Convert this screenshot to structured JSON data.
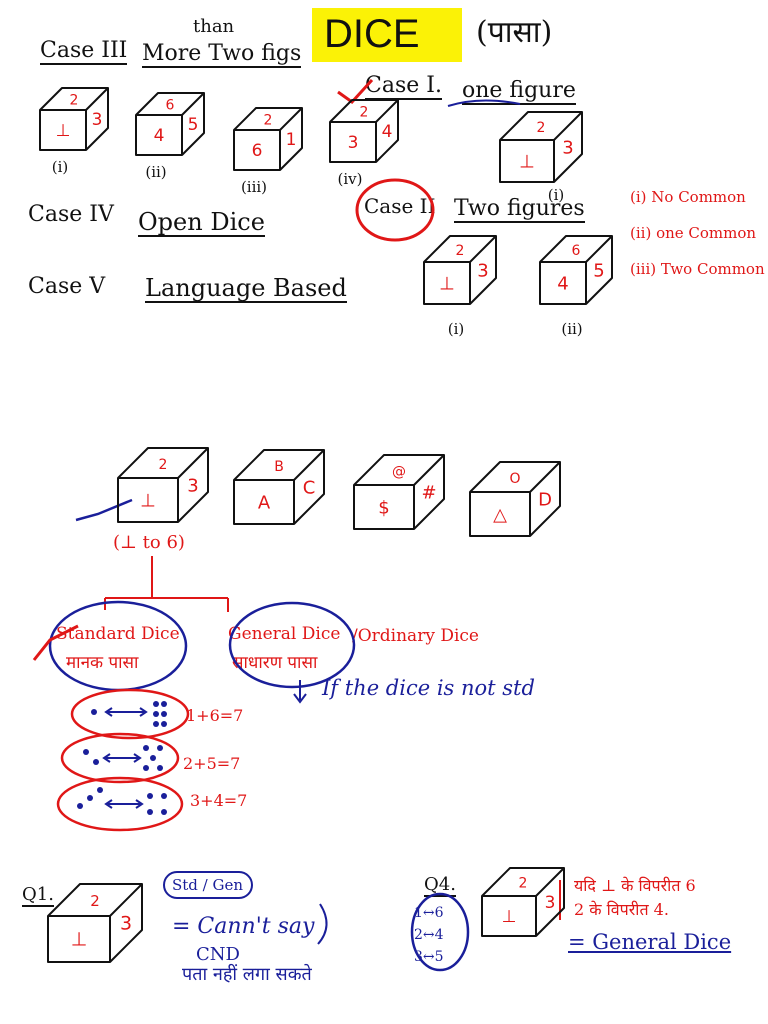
{
  "header": {
    "title": "DICE",
    "title_hindi": "(पासा)",
    "title_highlight": "#fbf206"
  },
  "case3": {
    "label": "Case III",
    "text": "More Two figs",
    "insert": "than",
    "dice": [
      {
        "top": "2",
        "front": "⊥",
        "right": "3",
        "caption": "(i)"
      },
      {
        "top": "6",
        "front": "4",
        "right": "5",
        "caption": "(ii)"
      },
      {
        "top": "2",
        "front": "6",
        "right": "1",
        "caption": "(iii)"
      },
      {
        "top": "2",
        "front": "3",
        "right": "4",
        "caption": "(iv)"
      }
    ]
  },
  "case1": {
    "label": "Case I.",
    "text": "one figure",
    "dice": [
      {
        "top": "2",
        "front": "⊥",
        "right": "3",
        "caption": "(i)"
      }
    ]
  },
  "case4": {
    "label": "Case IV",
    "text": "Open Dice"
  },
  "case2": {
    "label": "Case II",
    "text": "Two figures",
    "options": [
      "(i) No Common",
      "(ii) one Common",
      "(iii) Two Common"
    ],
    "dice": [
      {
        "top": "2",
        "front": "⊥",
        "right": "3",
        "caption": "(i)"
      },
      {
        "top": "6",
        "front": "4",
        "right": "5",
        "caption": "(ii)"
      }
    ]
  },
  "case5": {
    "label": "Case V",
    "text": "Language Based"
  },
  "symbols": {
    "dice": [
      {
        "top": "2",
        "front": "⊥",
        "right": "3"
      },
      {
        "top": "B",
        "front": "A",
        "right": "C"
      },
      {
        "top": "@",
        "front": "$",
        "right": "#"
      },
      {
        "top": "O",
        "front": "△",
        "right": "D"
      }
    ],
    "range": "(⊥ to 6)",
    "standard": {
      "en": "Standard Dice",
      "hi": "मानक पासा"
    },
    "general": {
      "en": "General Dice",
      "hi": "साधारण पासा"
    },
    "ordinary": "/Ordinary Dice",
    "note": "If the dice is not std",
    "pairs": [
      "1+6=7",
      "2+5=7",
      "3+4=7"
    ]
  },
  "q1": {
    "label": "Q1.",
    "die": {
      "top": "2",
      "front": "⊥",
      "right": "3"
    },
    "options": "Std / Gen",
    "answer": "= Cann't say",
    "abbr": "CND",
    "hindi": "पता नहीं लगा सकते"
  },
  "q4": {
    "label": "Q4.",
    "pairs": [
      "1↔6",
      "2↔4",
      "3↔5"
    ],
    "die": {
      "top": "2",
      "front": "⊥",
      "right": "3"
    },
    "hindi_line1": "यदि ⊥ के विपरीत 6",
    "hindi_line2": "2 के विपरीत 4.",
    "answer": "= General Dice"
  }
}
